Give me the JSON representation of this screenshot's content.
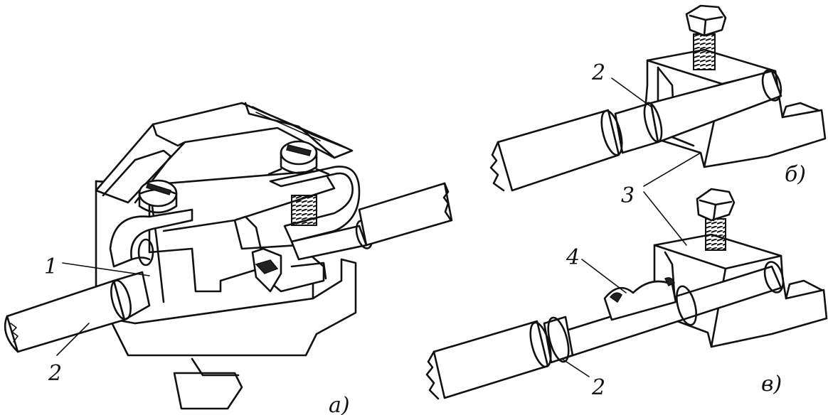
{
  "labels": {
    "a_1": "1",
    "a_2": "2",
    "b_2": "2",
    "v_4": "4",
    "v_2": "2",
    "shared_3": "3"
  },
  "captions": {
    "a": "а)",
    "b": "б)",
    "v": "в)"
  },
  "colors": {
    "ink": "#111111",
    "paper": "#ffffff"
  }
}
